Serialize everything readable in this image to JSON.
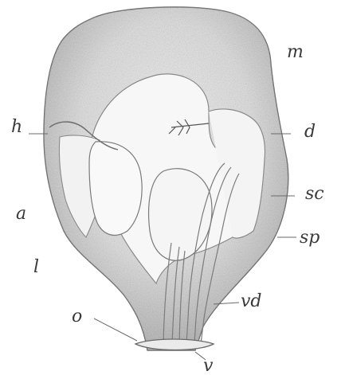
{
  "labels": {
    "m": "m",
    "h": "h",
    "d": "d",
    "a": "a",
    "sc": "sc",
    "sp": "sp",
    "l": "l",
    "vd": "vd",
    "o": "o",
    "v": "v"
  }
}
